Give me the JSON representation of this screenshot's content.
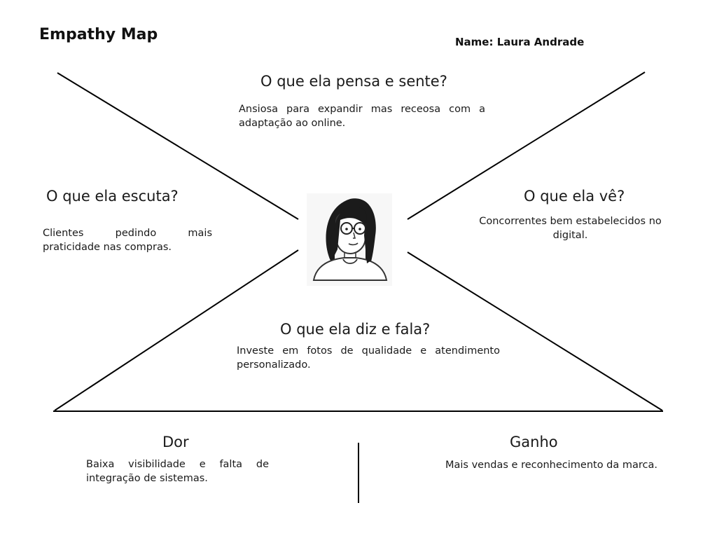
{
  "header": {
    "title": "Empathy Map",
    "name": "Name: Laura Andrade"
  },
  "sections": {
    "thinks_feels": {
      "heading": "O que ela pensa e sente?",
      "text": "Ansiosa para expandir mas receosa com a adaptação ao online."
    },
    "hears": {
      "heading": "O que ela escuta?",
      "text": "Clientes pedindo mais praticidade nas compras."
    },
    "sees": {
      "heading": "O que ela vê?",
      "text": "Concorrentes bem estabelecidos no digital."
    },
    "says_does": {
      "heading": "O que ela diz e fala?",
      "text": "Investe em fotos de qualidade e atendimento personalizado."
    },
    "pain": {
      "heading": "Dor",
      "text": "Baixa visibilidade e falta de integração de sistemas."
    },
    "gain": {
      "heading": "Ganho",
      "text": "Mais vendas e reconhecimento da marca."
    }
  },
  "avatar": {
    "icon": "woman-with-glasses-avatar-icon"
  },
  "colors": {
    "line": "#000000",
    "text": "#1a1a1a",
    "background": "#ffffff"
  }
}
